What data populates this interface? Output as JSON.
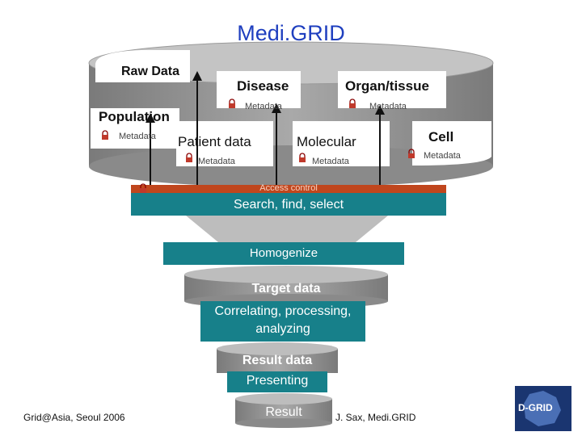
{
  "title": "Medi.GRID",
  "database": {
    "raw_data_label": "Raw Data",
    "sources": [
      {
        "label": "Disease",
        "metadata": "Metadata"
      },
      {
        "label": "Organ/tissue",
        "metadata": "Metadata"
      },
      {
        "label": "Population",
        "metadata": "Metadata"
      },
      {
        "label": "Patient data",
        "metadata": "Metadata"
      },
      {
        "label": "Molecular",
        "metadata": "Metadata"
      },
      {
        "label": "Cell",
        "metadata": "Metadata"
      }
    ]
  },
  "pipeline": {
    "access_control": "Access control",
    "search": "Search, find, select",
    "homogenize": "Homogenize",
    "target_data": "Target data",
    "correlating": [
      "Correlating, processing,",
      "analyzing"
    ],
    "result_data": "Result data",
    "presenting": "Presenting",
    "result": "Result"
  },
  "footer": {
    "left": "Grid@Asia, Seoul 2006",
    "right": "J. Sax, Medi.GRID",
    "logo_text": "D-GRID"
  },
  "colors": {
    "teal": "#17808a",
    "access_orange": "#c0461d",
    "drum_gray": "#8f8f8f",
    "drum_top": "#bdbdbd",
    "title_blue": "#1f3fbf",
    "logo_blue": "#1a3570"
  }
}
